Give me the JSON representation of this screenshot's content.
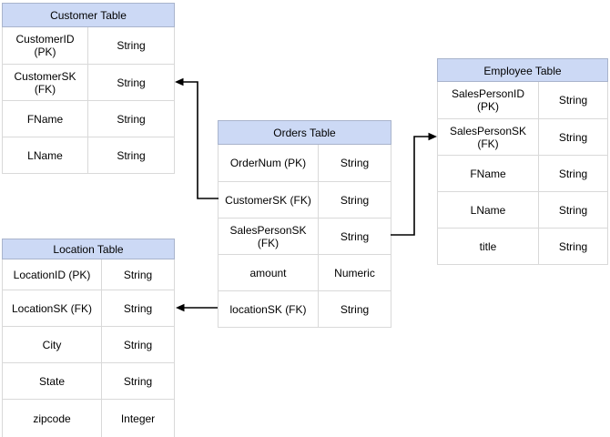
{
  "diagram": {
    "type": "entity-relationship",
    "background": "#ffffff",
    "colors": {
      "header_fill": "#ccd9f5",
      "header_border": "#a9b4cc",
      "row_border": "#d9d9d9",
      "connector": "#000000",
      "text": "#000000"
    },
    "tables": [
      {
        "title": "Customer Table",
        "rows": [
          {
            "field": "CustomerID (PK)",
            "type": "String"
          },
          {
            "field": "CustomerSK\n(FK)",
            "type": "String"
          },
          {
            "field": "FName",
            "type": "String"
          },
          {
            "field": "LName",
            "type": "String"
          }
        ]
      },
      {
        "title": "Orders Table",
        "rows": [
          {
            "field": "OrderNum (PK)",
            "type": "String"
          },
          {
            "field": "CustomerSK (FK)",
            "type": "String"
          },
          {
            "field": "SalesPersonSK\n(FK)",
            "type": "String"
          },
          {
            "field": "amount",
            "type": "Numeric"
          },
          {
            "field": "locationSK (FK)",
            "type": "String"
          }
        ]
      },
      {
        "title": "Employee Table",
        "rows": [
          {
            "field": "SalesPersonID (PK)",
            "type": "String"
          },
          {
            "field": "SalesPersonSK\n(FK)",
            "type": "String"
          },
          {
            "field": "FName",
            "type": "String"
          },
          {
            "field": "LName",
            "type": "String"
          },
          {
            "field": "title",
            "type": "String"
          }
        ]
      },
      {
        "title": "Location Table",
        "rows": [
          {
            "field": "LocationID (PK)",
            "type": "String"
          },
          {
            "field": "LocationSK (FK)",
            "type": "String"
          },
          {
            "field": "City",
            "type": "String"
          },
          {
            "field": "State",
            "type": "String"
          },
          {
            "field": "zipcode",
            "type": "Integer"
          }
        ]
      }
    ],
    "relations": [
      {
        "from": "Orders Table: CustomerSK (FK)",
        "to": "Customer Table: CustomerSK (FK)"
      },
      {
        "from": "Orders Table: SalesPersonSK (FK)",
        "to": "Employee Table: SalesPersonSK (FK)"
      },
      {
        "from": "Orders Table: locationSK (FK)",
        "to": "Location Table: LocationSK (FK)"
      }
    ]
  }
}
